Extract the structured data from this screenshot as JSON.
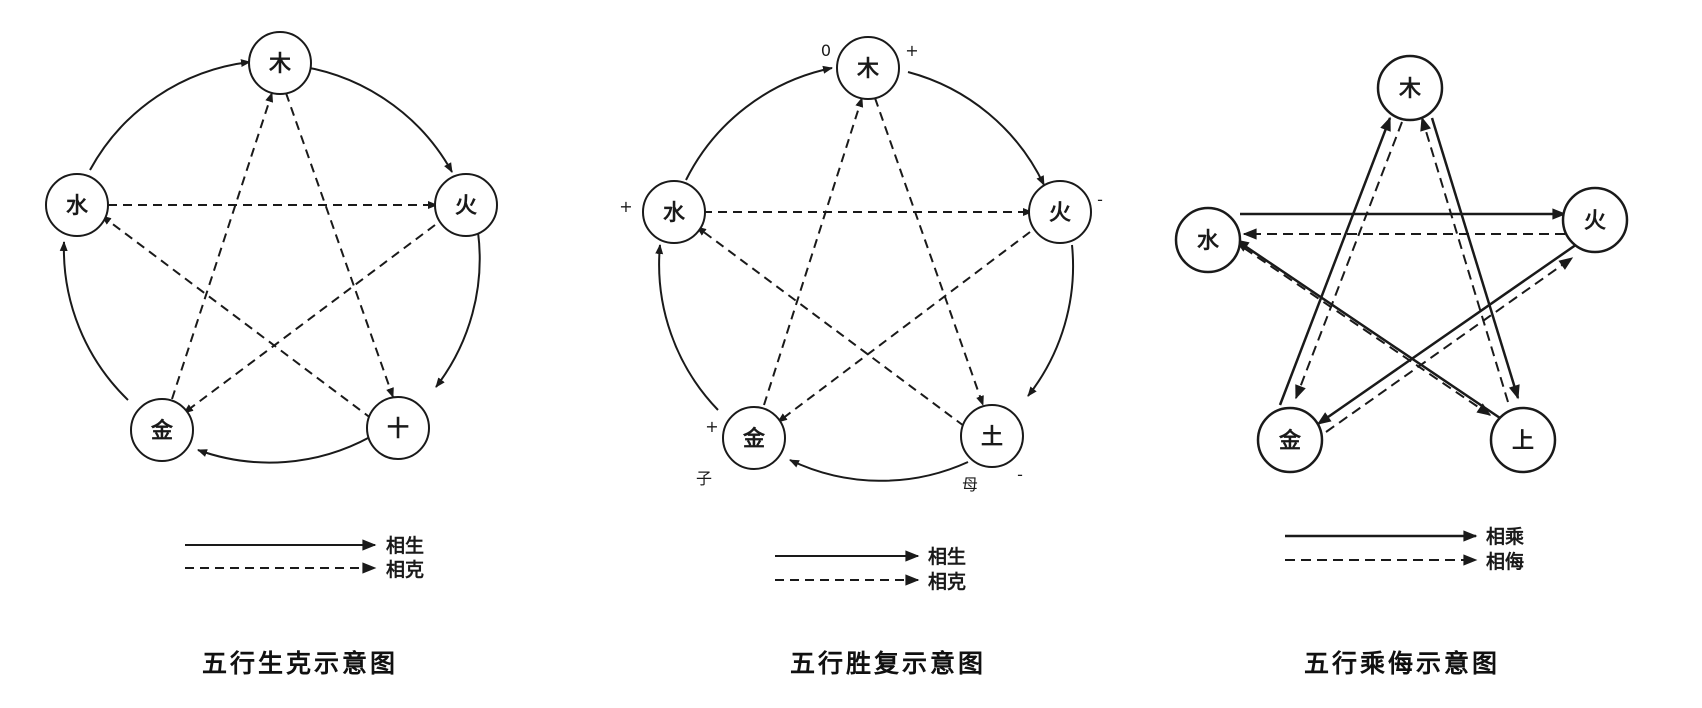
{
  "diagrams": [
    {
      "title": "五行生克示意图",
      "nodes": {
        "wood": "木",
        "fire": "火",
        "earth": "十",
        "metal": "金",
        "water": "水"
      },
      "legend": {
        "solid": "相生",
        "dashed": "相克"
      }
    },
    {
      "title": "五行胜复示意图",
      "nodes": {
        "wood": "木",
        "fire": "火",
        "earth": "土",
        "metal": "金",
        "water": "水"
      },
      "marks": {
        "wood_left": "0",
        "wood_right": "+",
        "fire": "-",
        "water": "+",
        "metal_top": "+",
        "metal_bottom": "子",
        "earth_bottom": "母",
        "earth_right": "-"
      },
      "legend": {
        "solid": "相生",
        "dashed": "相克"
      }
    },
    {
      "title": "五行乘侮示意图",
      "nodes": {
        "wood": "木",
        "fire": "火",
        "earth": "上",
        "metal": "金",
        "water": "水"
      },
      "legend": {
        "solid": "相乘",
        "dashed": "相侮"
      }
    }
  ]
}
